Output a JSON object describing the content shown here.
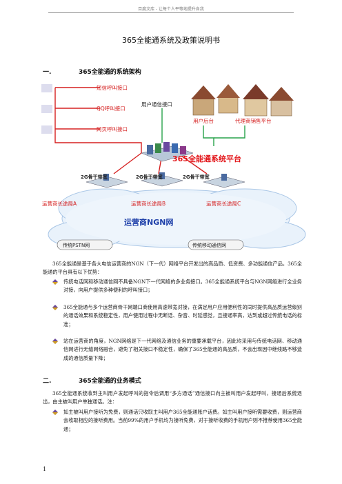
{
  "header": "百度文库 - 让每个人平等地提升自我",
  "title": "365全能通系统及政策说明书",
  "section1": {
    "num": "一.",
    "heading": "365全能通的系统架构"
  },
  "diagram": {
    "sms_interface": "短信呼叫接口",
    "qq_interface": "QQ呼叫接口",
    "web_interface": "网页呼叫接口",
    "user_comm_interface": "用户通信接口",
    "user_backend": "用户后台",
    "agent_platform": "代理商销售平台",
    "platform_name": "365全能通系统平台",
    "backbone_a": "2G骨干带宽",
    "backbone_b": "2G骨干带宽",
    "backbone_c": "2G骨干带宽",
    "carrier_a": "运营商长途局A",
    "carrier_b": "运营商长途局B",
    "carrier_c": "运营商长途局C",
    "ngn": "运营商NGN网",
    "pstn": "传统PSTN网",
    "mobile": "传统移动通信网"
  },
  "intro": "365全能通是基于各大电信运营商的NGN（下一代）网络平台开发出的高品质、低资费、多功能通信产品，365全能通的平台具有以下优势：",
  "advantages": [
    "传统电话网和移动通信网不具备NGN下一代网络的多业务接口。365全能通系统平台与NGN网络进行全业务对接，向用户提供多种便利的呼叫接口；",
    "365全能通与多个运营商骨干网端口商使用高速带宽对接，在满足用户应用便利性的同时提供高品质运营级别的通话效果和系统稳定性，用户使用过程中无断话、杂音、时延感觉，且接通率高，达到或超过传统电话的标准；",
    "站在运营商的角度，NGN网络是下一代网络及通信业务的重要承载平台，因此均采用与传统电话网、移动通信网进行无缝网络融合，避免了相关接口不稳定性，确保了365全能通的高品质，不会出现因中继线路不够造成的通信质量下降；"
  ],
  "section2": {
    "num": "二.",
    "heading": "365全能通的业务模式"
  },
  "section2_text": "365全能通系统收到主叫用户发起呼叫的指令后调用“多方通话”通信接口向主被叫用户发起呼叫，接通后系统退出，由主被叫用户单独通话。注：",
  "notes": [
    "如主被叫用户接听为免费，则通话只收取主叫用户365全能通账户话费。如主叫用户接听需要收费，则运营商会收取相应的接听费用。当前99%的用户手机均为接听免费，对于接听收费的手机用户则不推荐使用365全能通；"
  ],
  "page_number": "1",
  "colors": {
    "red_label": "#d41c1c",
    "platform_red": "#e3171b",
    "ngn_blue": "#1c3ea8",
    "line_red": "#d62020",
    "line_green": "#27a24a"
  }
}
